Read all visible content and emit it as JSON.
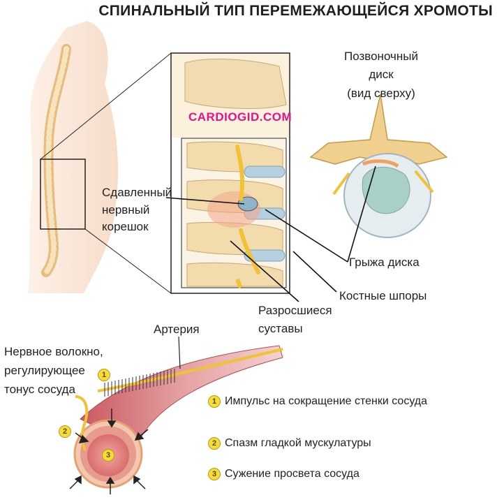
{
  "title": "СПИНАЛЬНЫЙ ТИП ПЕРЕМЕЖАЮЩЕЙСЯ ХРОМОТЫ",
  "watermark": "CARDIOGID.COM",
  "spine_panel": {
    "disc_label_line1": "Позвоночный диск",
    "disc_label_line2": "(вид сверху)",
    "compressed_root_line1": "Сдавленный",
    "compressed_root_line2": "нервный",
    "compressed_root_line3": "корешок",
    "hernia": "Грыжа диска",
    "bone_spurs": "Костные шпоры",
    "overgrown_line1": "Разросшиеся",
    "overgrown_line2": "суставы"
  },
  "vessel_panel": {
    "artery": "Артерия",
    "nerve_line1": "Нервное волокно,",
    "nerve_line2": "регулирующее",
    "nerve_line3": "тонус сосуда",
    "legend": [
      {
        "num": "1",
        "text": "Импульс на сокращение стенки сосуда"
      },
      {
        "num": "2",
        "text": "Спазм гладкой мускулатуры"
      },
      {
        "num": "3",
        "text": "Сужение просвета сосуда"
      }
    ]
  },
  "colors": {
    "bone": "#f2dcae",
    "skin": "#fbe6d6",
    "disc": "#9fc0d2",
    "artery": "#d98a8a",
    "nerve": "#f1c233",
    "badge": "#f6dc3a"
  }
}
